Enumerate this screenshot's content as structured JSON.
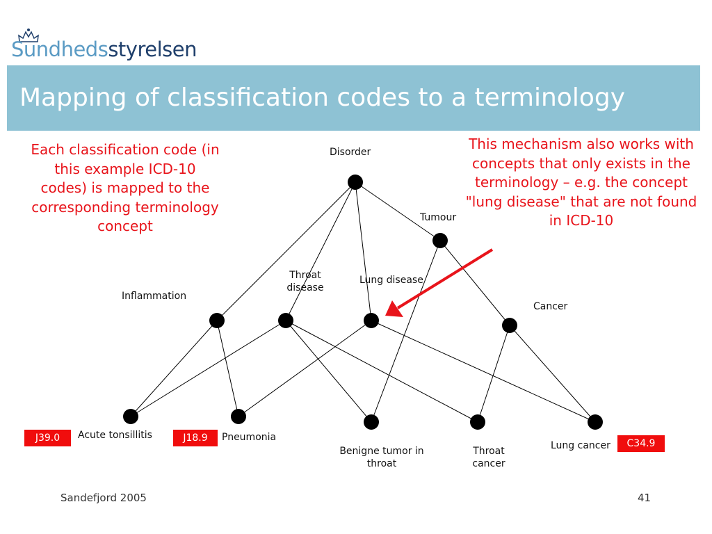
{
  "logo": {
    "part1": "Sundheds",
    "part2": "styrelsen"
  },
  "title": "Mapping of classification codes to a terminology",
  "notes": {
    "left": "Each classification code (in this example ICD-10 codes) is mapped to the corresponding terminology concept",
    "right": "This mechanism also works with concepts that only exists in the terminology – e.g. the concept \"lung disease\" that are not found in ICD-10"
  },
  "nodes": {
    "disorder": "Disorder",
    "tumour": "Tumour",
    "throat_disease": "Throat disease",
    "lung_disease": "Lung disease",
    "inflammation": "Inflammation",
    "cancer": "Cancer",
    "acute_tonsillitis": "Acute tonsillitis",
    "pneumonia": "Pneumonia",
    "benign_tumor": "Benigne tumor in throat",
    "throat_cancer": "Throat cancer",
    "lung_cancer": "Lung cancer"
  },
  "codes": {
    "acute_tonsillitis": "J39.0",
    "pneumonia": "J18.9",
    "lung_cancer": "C34.9"
  },
  "footer": {
    "left": "Sandefjord 2005",
    "page": "41"
  },
  "colors": {
    "title_bar": "#8ec2d4",
    "accent_red": "#e8141b",
    "code_bg": "#f00d0d"
  }
}
